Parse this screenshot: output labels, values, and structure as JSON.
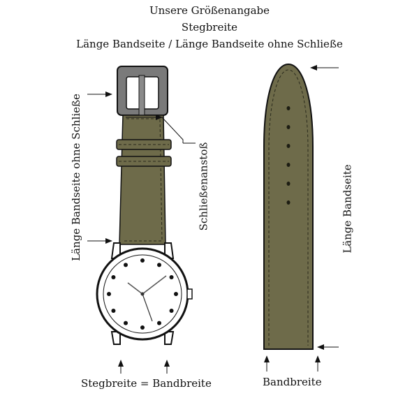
{
  "header": {
    "line1": "Unsere Größenangabe",
    "line2": "Stegbreite",
    "line3": "Länge Bandseite / Länge Bandseite ohne Schließe"
  },
  "labels": {
    "left_vertical": "Länge Bandseite ohne Schließe",
    "buckle_vertical": "Schließenanstoß",
    "right_vertical": "Länge Bandseite",
    "bottom_left": "Stegbreite = Bandbreite",
    "bottom_right": "Bandbreite"
  },
  "colors": {
    "strap": "#6e6b4a",
    "strap_dark": "#57553a",
    "buckle": "#7a7a7a",
    "outline": "#111111"
  }
}
